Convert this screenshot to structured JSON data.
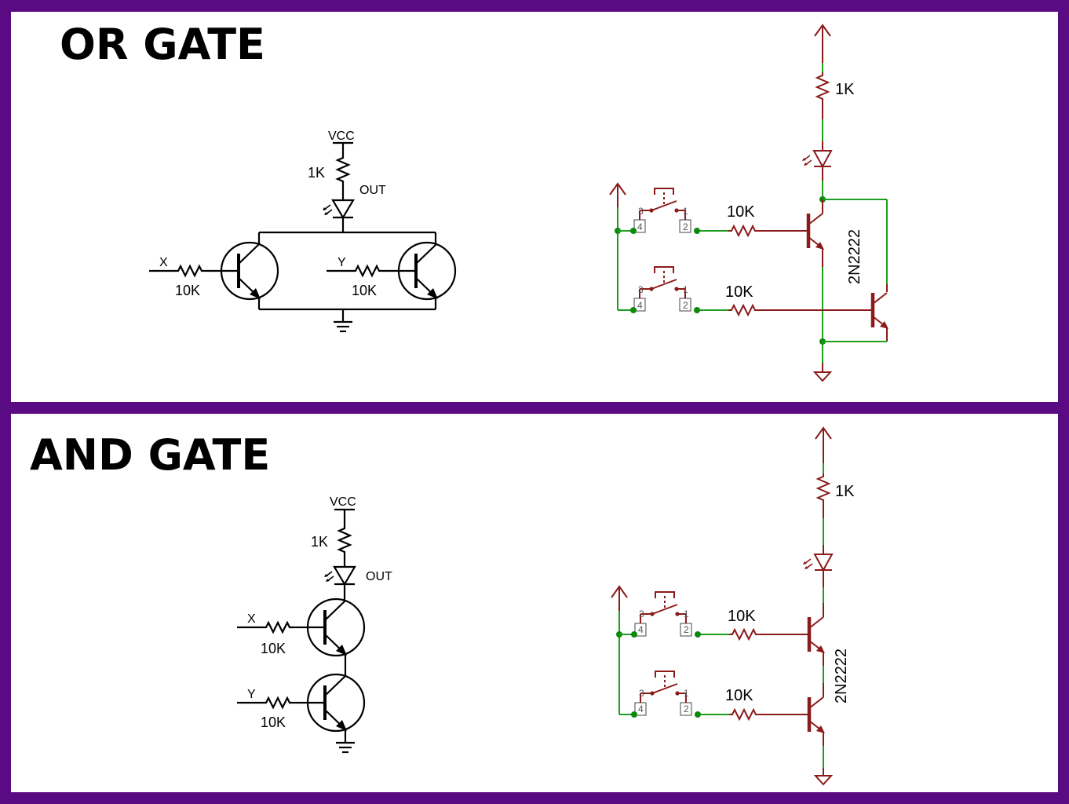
{
  "panels": [
    {
      "title": "OR GATE",
      "schematic": {
        "vcc": "VCC",
        "pullup": "1K",
        "out": "OUT",
        "input_a": "X",
        "input_b": "Y",
        "res_a": "10K",
        "res_b": "10K"
      },
      "breadboard": {
        "pullup": "1K",
        "res_a": "10K",
        "res_b": "10K",
        "transistor": "2N2222",
        "pins": [
          "3",
          "1",
          "4",
          "2"
        ]
      }
    },
    {
      "title": "AND GATE",
      "schematic": {
        "vcc": "VCC",
        "pullup": "1K",
        "out": "OUT",
        "input_a": "X",
        "input_b": "Y",
        "res_a": "10K",
        "res_b": "10K"
      },
      "breadboard": {
        "pullup": "1K",
        "res_a": "10K",
        "res_b": "10K",
        "transistor": "2N2222",
        "pins": [
          "3",
          "1",
          "4",
          "2"
        ]
      }
    }
  ]
}
